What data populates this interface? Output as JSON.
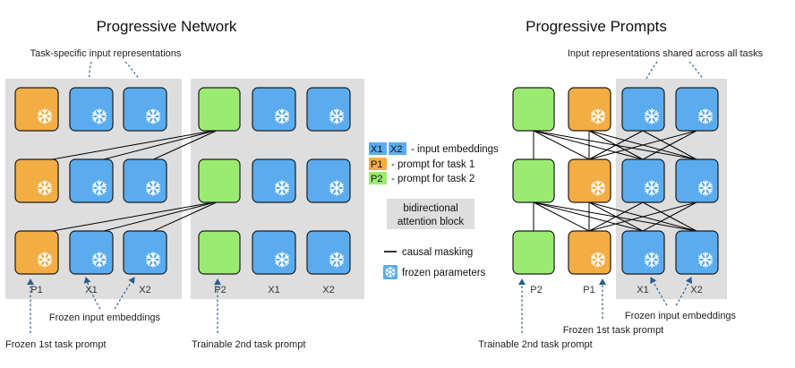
{
  "colors": {
    "blue": "#5aacee",
    "orange": "#f2ad44",
    "green": "#9beb72",
    "panel": "#dedede",
    "arrow": "#2b5d8e"
  },
  "icons": {
    "frozen": "snowflake-icon"
  },
  "left": {
    "title": "Progressive Network",
    "top_note": "Task-specific input representations",
    "bottom_note": "Frozen input embeddings",
    "bottom_left_note": "Frozen 1st task prompt",
    "bottom_right_note": "Trainable 2nd task prompt",
    "col_labels": [
      "P1",
      "X1",
      "X2",
      "P2",
      "X1",
      "X2"
    ]
  },
  "right": {
    "title": "Progressive Prompts",
    "top_note": "Input representations shared across all tasks",
    "bottom_note_1": "Frozen 1st task prompt",
    "bottom_note_2": "Frozen input embeddings",
    "bottom_note_3": "Trainable 2nd task prompt",
    "col_labels": [
      "P2",
      "P1",
      "X1",
      "X2"
    ]
  },
  "legend": {
    "x1": "X1",
    "x2": "X2",
    "emb_text": "- input embeddings",
    "p1": "P1",
    "p1_text": "- prompt for task 1",
    "p2": "P2",
    "p2_text": "- prompt for task 2",
    "block_line1": "bidirectional",
    "block_line2": "attention block",
    "causal": "causal masking",
    "frozen": "frozen parameters"
  }
}
